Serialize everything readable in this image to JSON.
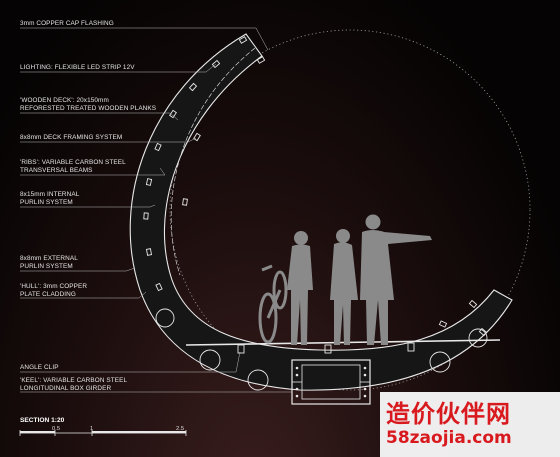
{
  "labels": [
    {
      "id": "copper-cap-flashing",
      "lines": [
        "3mm COPPER CAP FLASHING"
      ]
    },
    {
      "id": "led-strip",
      "lines": [
        "LIGHTING: FLEXIBLE LED STRIP 12V"
      ]
    },
    {
      "id": "wooden-deck",
      "lines": [
        "'WOODEN DECK': 20x150mm",
        "REFORESTED TREATED WOODEN PLANKS"
      ]
    },
    {
      "id": "deck-framing",
      "lines": [
        "8x8mm DECK FRAMING SYSTEM"
      ]
    },
    {
      "id": "ribs",
      "lines": [
        "'RIBS': VARIABLE CARBON STEEL",
        "TRANSVERSAL BEAMS"
      ]
    },
    {
      "id": "internal-purlin",
      "lines": [
        "8x15mm INTERNAL",
        "PURLIN SYSTEM"
      ]
    },
    {
      "id": "external-purlin",
      "lines": [
        "8x8mm EXTERNAL",
        "PURLIN SYSTEM"
      ]
    },
    {
      "id": "hull",
      "lines": [
        "'HULL': 3mm COPPER",
        "PLATE CLADDING"
      ]
    },
    {
      "id": "angle-clip",
      "lines": [
        "ANGLE CLIP"
      ]
    },
    {
      "id": "keel",
      "lines": [
        "'KEEL': VARIABLE CARBON STEEL",
        "LONGITUDINAL BOX GIRDER"
      ]
    }
  ],
  "section_title": "SECTION 1:20",
  "scale_ticks": [
    "0.5",
    "1",
    "2.5"
  ],
  "watermark": {
    "text": "造价伙伴网",
    "url": "58zaojia.com"
  },
  "colors": {
    "line": "#e8e8e8",
    "hull_fill": "#1a1a1a",
    "figure": "#8a8a8a",
    "watermark": "#d8191e"
  }
}
